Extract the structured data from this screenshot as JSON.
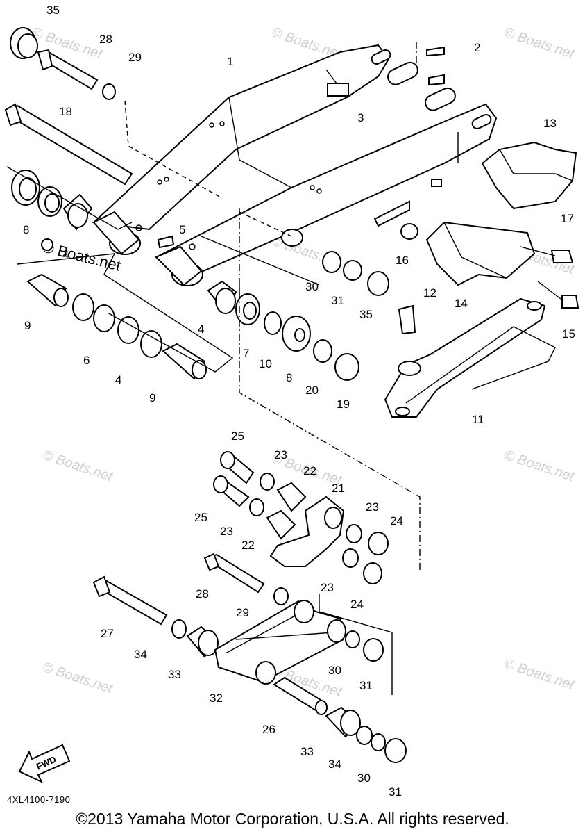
{
  "diagram": {
    "code": "4XL4100-7190",
    "copyright": "©2013 Yamaha Motor Corporation, U.S.A. All rights reserved.",
    "watermark": "© Boats.net",
    "fwd_label": "FWD",
    "callouts": [
      "35",
      "28",
      "29",
      "18",
      "8",
      "4",
      "9",
      "6",
      "4",
      "9",
      "1",
      "2",
      "3",
      "5",
      "30",
      "31",
      "35",
      "13",
      "17",
      "16",
      "14",
      "15",
      "12",
      "11",
      "4",
      "7",
      "10",
      "8",
      "20",
      "19",
      "25",
      "23",
      "22",
      "21",
      "25",
      "23",
      "22",
      "23",
      "24",
      "28",
      "23",
      "24",
      "29",
      "27",
      "34",
      "33",
      "32",
      "26",
      "30",
      "31",
      "33",
      "34",
      "30",
      "31"
    ]
  }
}
